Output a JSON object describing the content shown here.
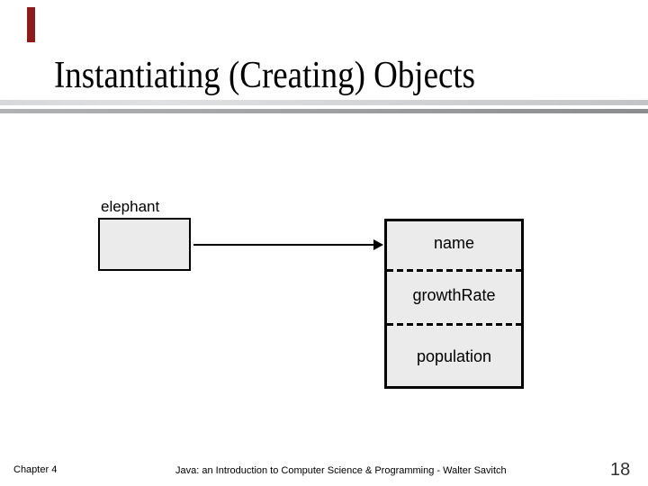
{
  "title": "Instantiating (Creating) Objects",
  "diagram": {
    "object_label": "elephant",
    "fields": [
      "name",
      "growthRate",
      "population"
    ]
  },
  "footer": {
    "chapter": "Chapter 4",
    "book": "Java: an Introduction to Computer Science & Programming - Walter Savitch",
    "page_number": "18"
  },
  "colors": {
    "accent_bar": "#8E1B1B",
    "box_fill": "#EBEBEB",
    "rule_light_start": "#D6D8DA",
    "rule_light_end": "#C2C4C6",
    "rule_dark_start": "#B0B2B4",
    "rule_dark_end": "#8A8C8E",
    "page_number": "#333333"
  }
}
